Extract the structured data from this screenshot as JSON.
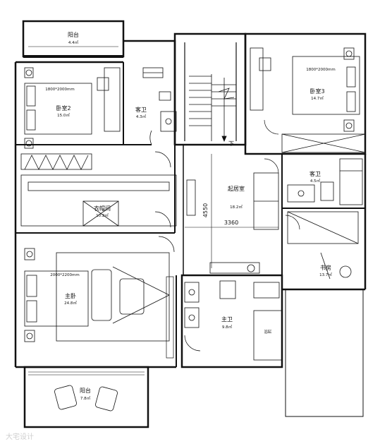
{
  "rooms": {
    "balcony_top": {
      "name": "阳台",
      "area": "4.4㎡"
    },
    "bedroom2": {
      "name": "卧室2",
      "area": "15.0㎡",
      "bed": "1800*2000mm"
    },
    "bath_second": {
      "name": "客卫",
      "area": "4.3㎡"
    },
    "bedroom3": {
      "name": "卧室3",
      "area": "14.7㎡",
      "bed": "1800*2000mm"
    },
    "lounge": {
      "name": "起居室",
      "area": "18.2㎡"
    },
    "bath_guest": {
      "name": "客卫",
      "area": "4.5㎡"
    },
    "closet": {
      "name": "衣帽间",
      "area": "10.2㎡"
    },
    "master": {
      "name": "主卧",
      "area": "24.8㎡",
      "bed": "2000*2200mm"
    },
    "master_bath": {
      "name": "主卫",
      "area": "9.8㎡",
      "bathtub": "浴缸"
    },
    "study": {
      "name": "书房",
      "area": "13.7㎡"
    },
    "balcony_bottom": {
      "name": "阳台",
      "area": "7.8㎡"
    }
  },
  "stairs": {
    "down_label": "下"
  },
  "dimensions": {
    "vertical": "4550",
    "horizontal": "3360"
  },
  "watermark": {
    "text": "大宅设计"
  }
}
